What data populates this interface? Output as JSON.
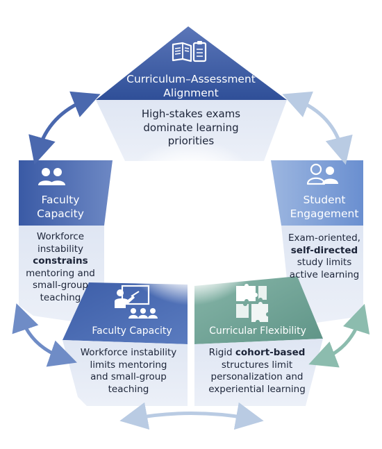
{
  "panels": {
    "top": {
      "title_line1": "Curriculum–Assessment",
      "title_line2": "Alignment",
      "body": [
        "High-stakes exams",
        "dominate learning",
        "priorities"
      ],
      "icon": "open-book-clipboard-icon"
    },
    "left": {
      "title_line1": "Faculty",
      "title_line2": "Capacity",
      "body_line1": "Workforce",
      "body_line2": "instability",
      "body_bold": "constrains",
      "body_line4": "mentoring and",
      "body_line5": "small-group",
      "body_line6": "teaching",
      "icon": "people-icon"
    },
    "right": {
      "title_line1": "Student",
      "title_line2": "Engagement",
      "body_line1": "Exam-oriented,",
      "body_bold": "self-directed",
      "body_line3": "study limits",
      "body_line4": "active learning",
      "icon": "people-icon"
    },
    "bottom_left": {
      "title": "Faculty Capacity",
      "body": [
        "Workforce instability",
        "limits mentoring",
        "and small-group",
        "teaching"
      ],
      "icon": "teacher-board-icon"
    },
    "bottom_right": {
      "title": "Curricular Flexibility",
      "body_prefix": "Rigid ",
      "body_bold": "cohort-based",
      "body_rest": [
        "structures limit",
        "personalization and",
        "experiential learning"
      ],
      "icon": "puzzle-icon"
    }
  },
  "colors": {
    "dark_blue": "#3b5aa1",
    "mid_blue": "#4f78c2",
    "green": "#6fa394",
    "light_panel": "#e3e9f4",
    "arrow_dark": "#4a68ae",
    "arrow_light": "#b9cbe3",
    "arrow_green": "#8cbcae"
  }
}
